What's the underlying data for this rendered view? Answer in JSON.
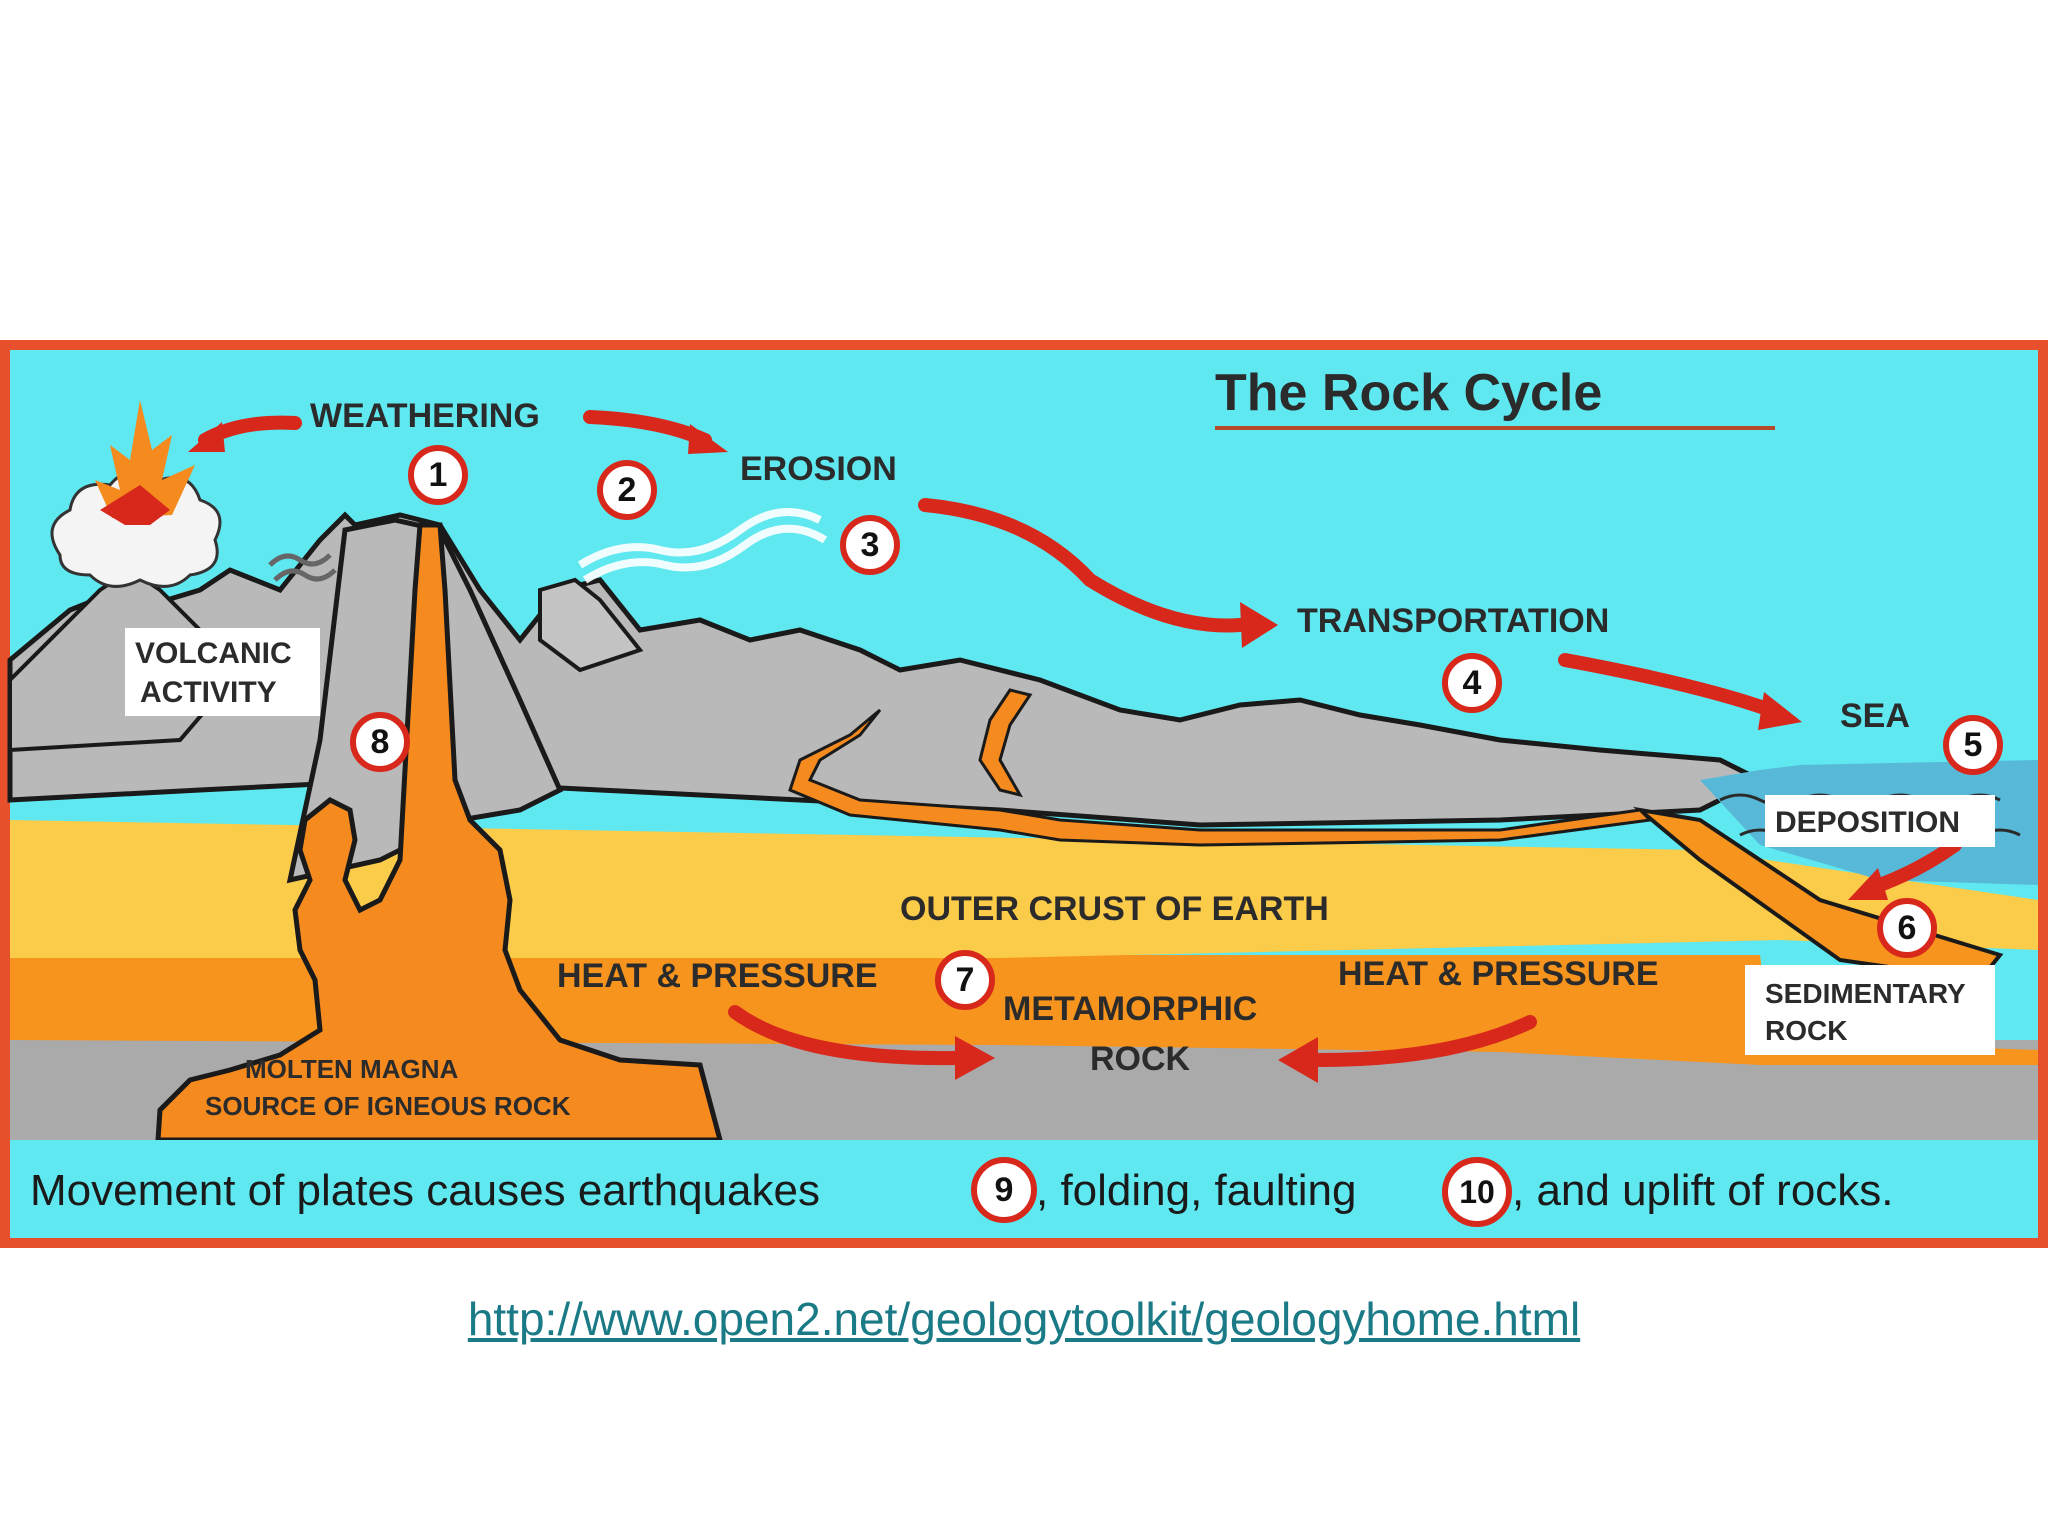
{
  "diagram": {
    "title": "The Rock Cycle",
    "labels": {
      "weathering": "WEATHERING",
      "erosion": "EROSION",
      "transportation": "TRANSPORTATION",
      "sea": "SEA",
      "deposition": "DEPOSITION",
      "volcanic_line1": "VOLCANIC",
      "volcanic_line2": "ACTIVITY",
      "outer_crust": "OUTER CRUST OF EARTH",
      "heat_pressure_left": "HEAT & PRESSURE",
      "heat_pressure_right": "HEAT & PRESSURE",
      "metamorphic_line1": "METAMORPHIC",
      "metamorphic_line2": "ROCK",
      "sedimentary_line1": "SEDIMENTARY",
      "sedimentary_line2": "ROCK",
      "magma_line1": "MOLTEN MAGNA",
      "magma_line2": "SOURCE OF IGNEOUS ROCK"
    },
    "numbers": [
      "1",
      "2",
      "3",
      "4",
      "5",
      "6",
      "7",
      "8",
      "9",
      "10"
    ],
    "bottom_text": {
      "part1": "Movement of plates causes earthquakes",
      "part2": ",  folding, faulting",
      "part3": ",   and uplift of rocks."
    },
    "colors": {
      "frame": "#e8502c",
      "sky": "#5fe8f0",
      "mountain": "#b9b9b9",
      "crust": "#fbcb4a",
      "magma": "#f58a1f",
      "deep": "#aaaaaa",
      "sea": "#57b8d8",
      "arrow": "#d8281c"
    }
  },
  "source_url": "http://www.open2.net/geologytoolkit/geologyhome.html"
}
